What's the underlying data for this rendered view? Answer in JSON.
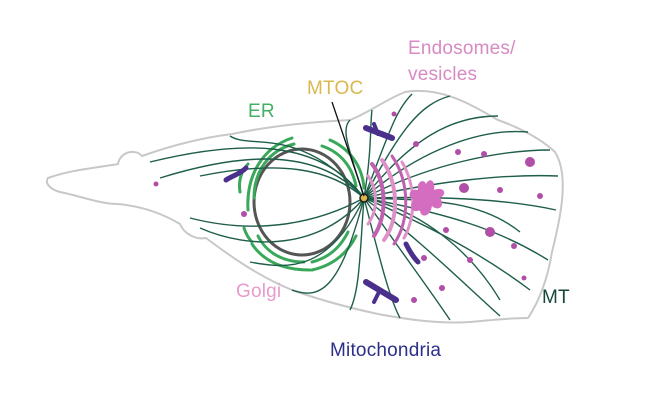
{
  "labels": {
    "er": "ER",
    "mtoc": "MTOC",
    "endosomes_line1": "Endosomes/",
    "endosomes_line2": "vesicles",
    "golgi": "Golgi",
    "mt": "MT",
    "mitochondria": "Mitochondria"
  },
  "colors": {
    "outline": "#c8c8c8",
    "microtubule": "#1e5e4a",
    "er": "#3aa85a",
    "golgi": "#c060b0",
    "golgi_light": "#e090c8",
    "endosome": "#b04ea8",
    "mitochondria": "#4a2f8c",
    "label_er": "#44b064",
    "label_mtoc": "#d9b84e",
    "label_endo": "#d88ac3",
    "label_golgi": "#e79bcb",
    "label_mt": "#17453a",
    "label_mito": "#2c2f8a",
    "nucleus_fill": "#ffffff",
    "nucleus_stroke": "#555555"
  }
}
